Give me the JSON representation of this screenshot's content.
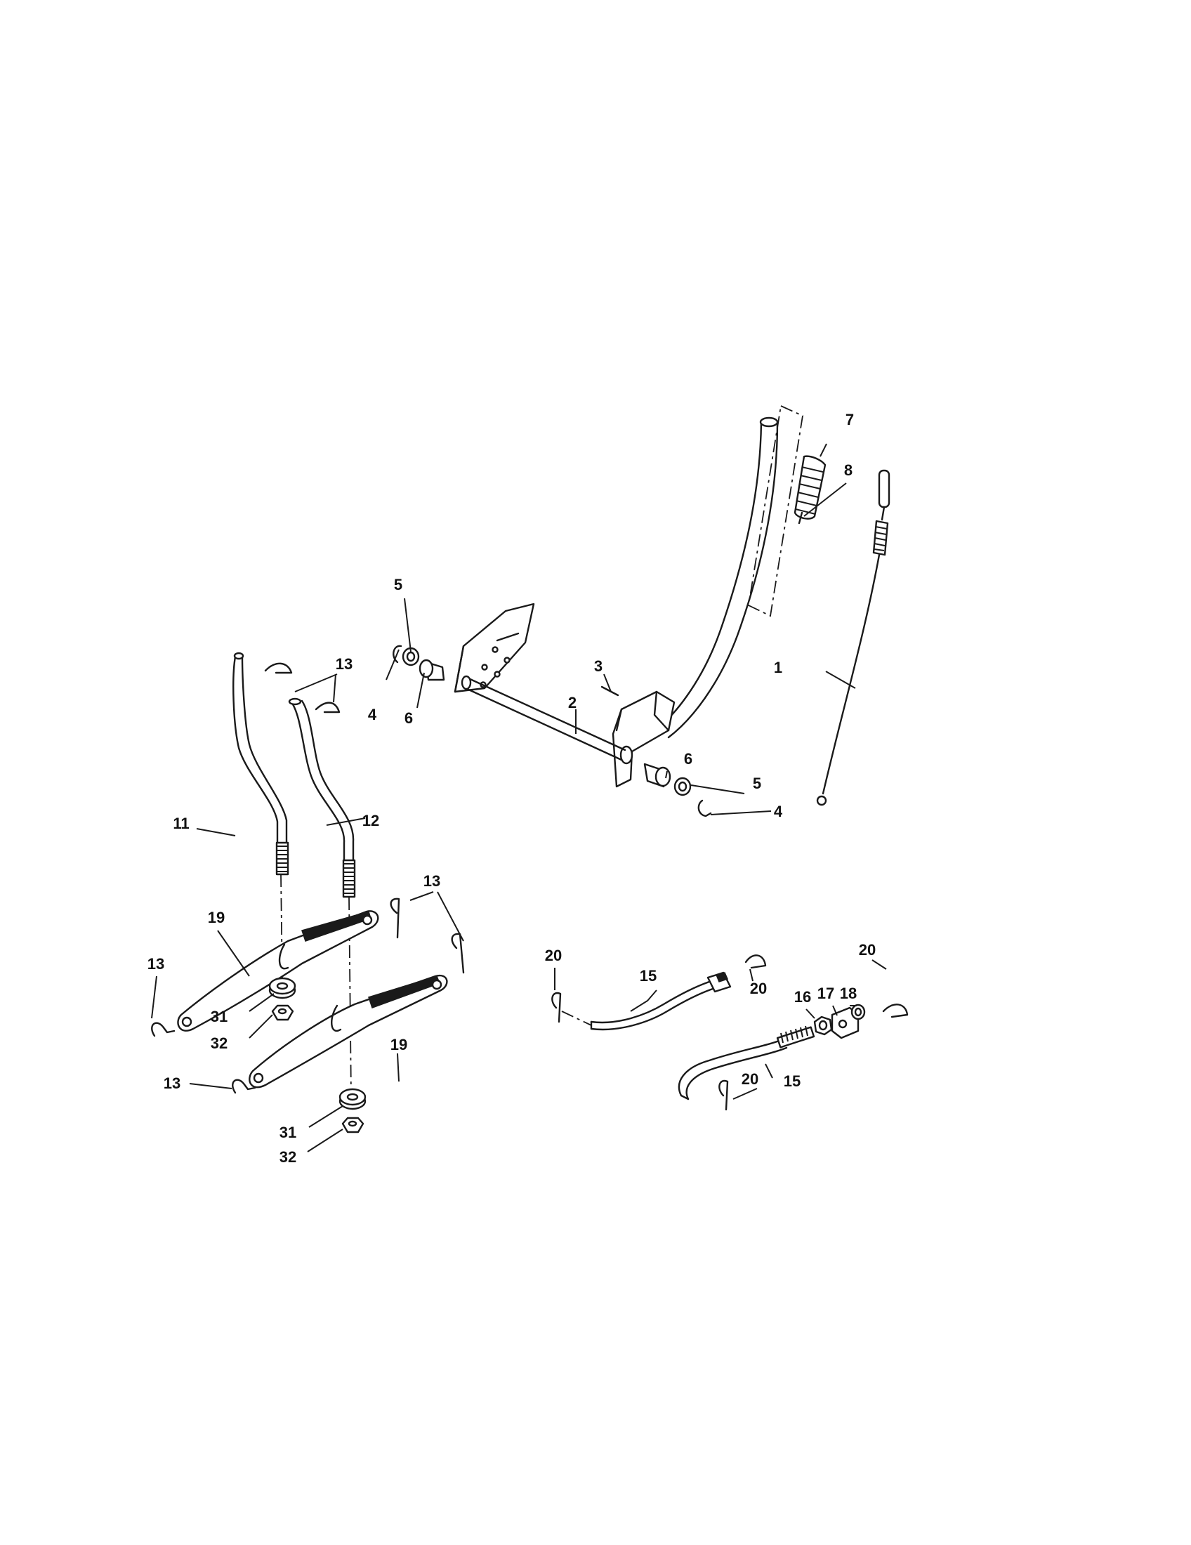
{
  "callouts": [
    {
      "id": "c1",
      "label": "1"
    },
    {
      "id": "c2",
      "label": "2"
    },
    {
      "id": "c3",
      "label": "3"
    },
    {
      "id": "c4a",
      "label": "4"
    },
    {
      "id": "c4b",
      "label": "4"
    },
    {
      "id": "c5a",
      "label": "5"
    },
    {
      "id": "c5b",
      "label": "5"
    },
    {
      "id": "c6a",
      "label": "6"
    },
    {
      "id": "c6b",
      "label": "6"
    },
    {
      "id": "c7",
      "label": "7"
    },
    {
      "id": "c8",
      "label": "8"
    },
    {
      "id": "c11",
      "label": "11"
    },
    {
      "id": "c12",
      "label": "12"
    },
    {
      "id": "c13a",
      "label": "13"
    },
    {
      "id": "c13b",
      "label": "13"
    },
    {
      "id": "c13c",
      "label": "13"
    },
    {
      "id": "c13d",
      "label": "13"
    },
    {
      "id": "c15a",
      "label": "15"
    },
    {
      "id": "c15b",
      "label": "15"
    },
    {
      "id": "c16",
      "label": "16"
    },
    {
      "id": "c17",
      "label": "17"
    },
    {
      "id": "c18",
      "label": "18"
    },
    {
      "id": "c19a",
      "label": "19"
    },
    {
      "id": "c19b",
      "label": "19"
    },
    {
      "id": "c20a",
      "label": "20"
    },
    {
      "id": "c20b",
      "label": "20"
    },
    {
      "id": "c20c",
      "label": "20"
    },
    {
      "id": "c20d",
      "label": "20"
    },
    {
      "id": "c31a",
      "label": "31"
    },
    {
      "id": "c31b",
      "label": "31"
    },
    {
      "id": "c32a",
      "label": "32"
    },
    {
      "id": "c32b",
      "label": "32"
    }
  ]
}
